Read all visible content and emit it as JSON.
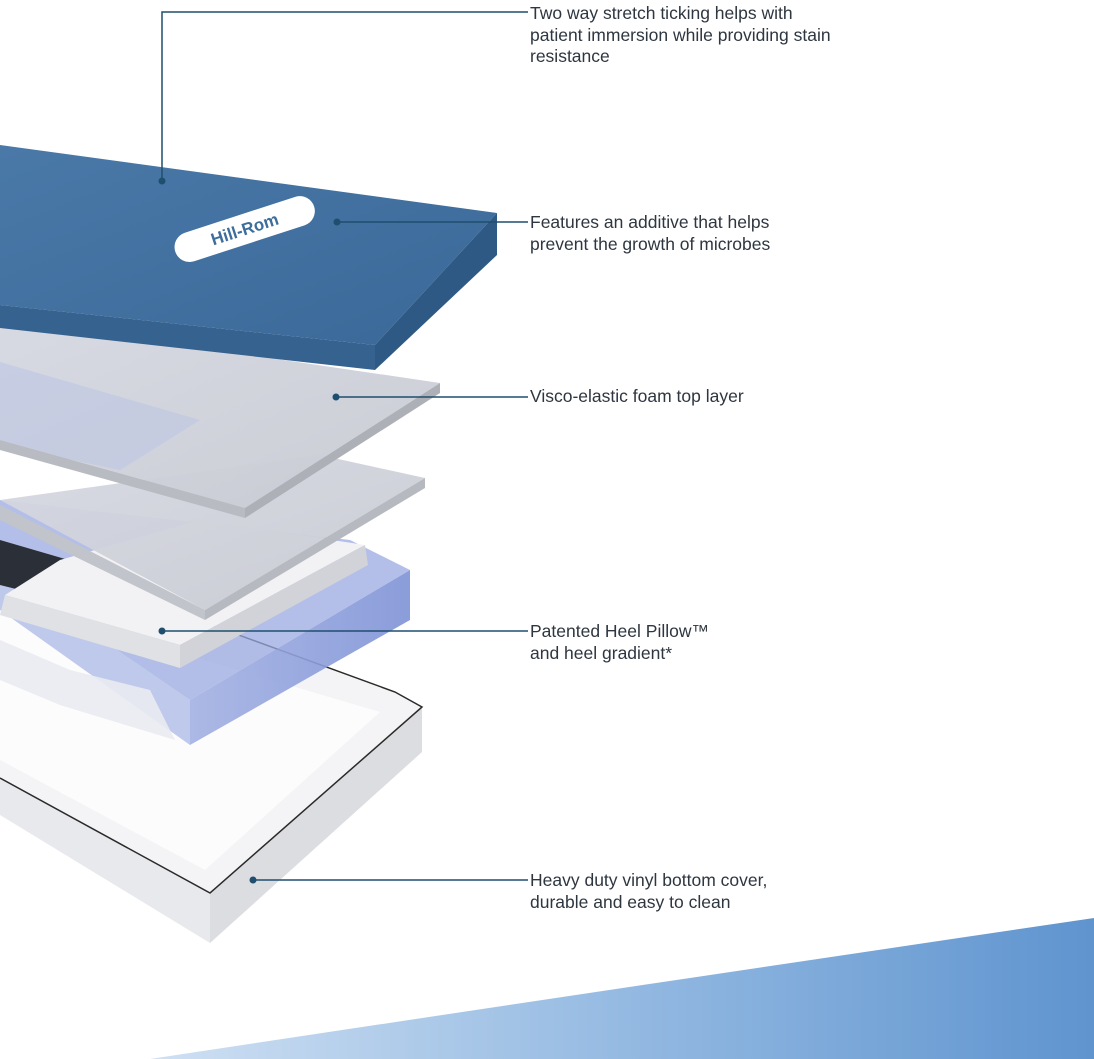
{
  "colors": {
    "leader_line": "#1f4e6e",
    "ticking_top": "#3d6d9c",
    "ticking_side": "#2f5a86",
    "foam": "#cfd1d8",
    "gradient_layer": "#8ea0dc",
    "bottom_cover": "#f1f2f4",
    "swoosh": "#6d9ed4",
    "text": "#2e3640"
  },
  "brand": {
    "logo_text": "Hill-Rom"
  },
  "callouts": [
    {
      "id": "ticking",
      "text": "Two way stretch ticking helps with\npatient immersion while providing stain\nresistance"
    },
    {
      "id": "additive",
      "text": "Features an additive that helps\nprevent the growth of microbes"
    },
    {
      "id": "visco",
      "text": "Visco-elastic foam top layer"
    },
    {
      "id": "heel",
      "text": "Patented Heel Pillow™\n and heel gradient*"
    },
    {
      "id": "vinyl",
      "text": "Heavy duty vinyl bottom cover,\ndurable and easy to clean"
    }
  ]
}
